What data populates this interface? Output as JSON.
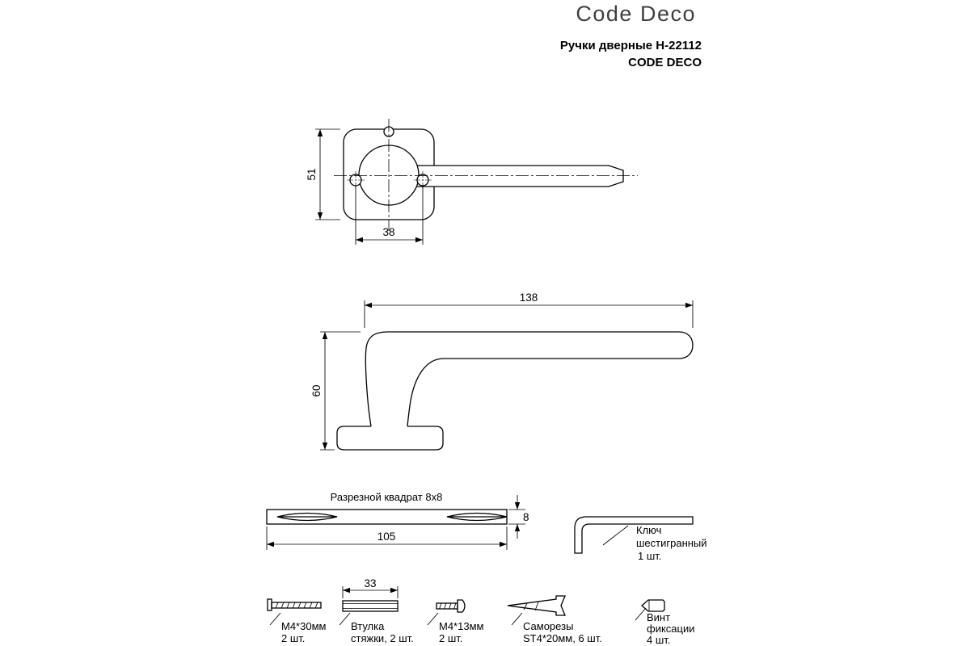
{
  "colors": {
    "line": "#000000",
    "logo_gray": "#3f3f3f"
  },
  "header": {
    "logo": "Code Deco",
    "title_line1": "Ручки дверные Н-22112",
    "title_line2": "CODE DECO"
  },
  "front_view": {
    "dim_height": "51",
    "dim_hole_spacing": "38"
  },
  "side_view": {
    "dim_length": "138",
    "dim_height": "60"
  },
  "spindle": {
    "title": "Разрезной квадрат 8х8",
    "dim_length": "105",
    "dim_height": "8"
  },
  "hex_key": {
    "name_line1": "Ключ",
    "name_line2": "шестигранный",
    "qty": "1 шт."
  },
  "fasteners": {
    "bolt": {
      "name": "M4*30мм",
      "qty": "2 шт."
    },
    "sleeve": {
      "dim_length": "33",
      "name_line1": "Втулка",
      "name_line2": "стяжки, 2 шт."
    },
    "screw": {
      "name": "M4*13мм",
      "qty": "2 шт."
    },
    "self_tapping": {
      "name_line1": "Саморезы",
      "name_line2": "ST4*20мм, 6 шт."
    },
    "set_screw": {
      "name_line1": "Винт",
      "name_line2": "фиксации",
      "qty": "4 шт."
    }
  }
}
